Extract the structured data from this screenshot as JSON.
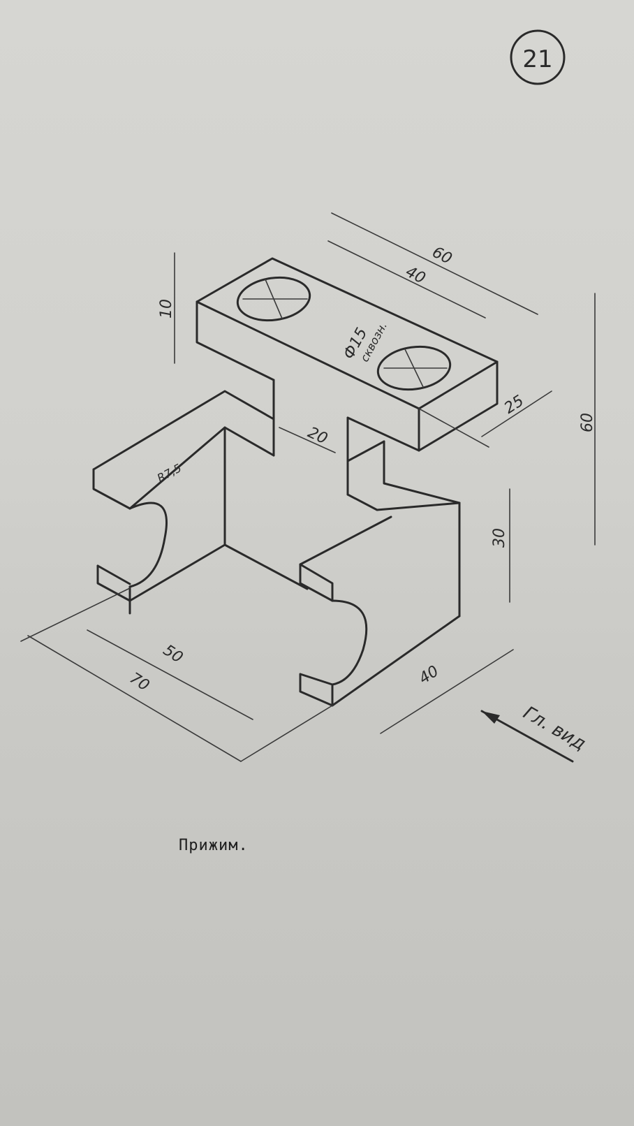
{
  "sheet_number": "21",
  "caption": "Прижим.",
  "view_label": "Гл. вид",
  "dimensions": {
    "top_length": "60",
    "hole_spacing": "40",
    "top_thickness": "10",
    "hole_diameter": "Ф15",
    "hole_note": "сквозн.",
    "top_depth": "25",
    "height_total": "60",
    "slot_width": "20",
    "radius": "R7,5",
    "lower_height": "30",
    "base_inner": "50",
    "base_length": "70",
    "base_width": "40"
  }
}
